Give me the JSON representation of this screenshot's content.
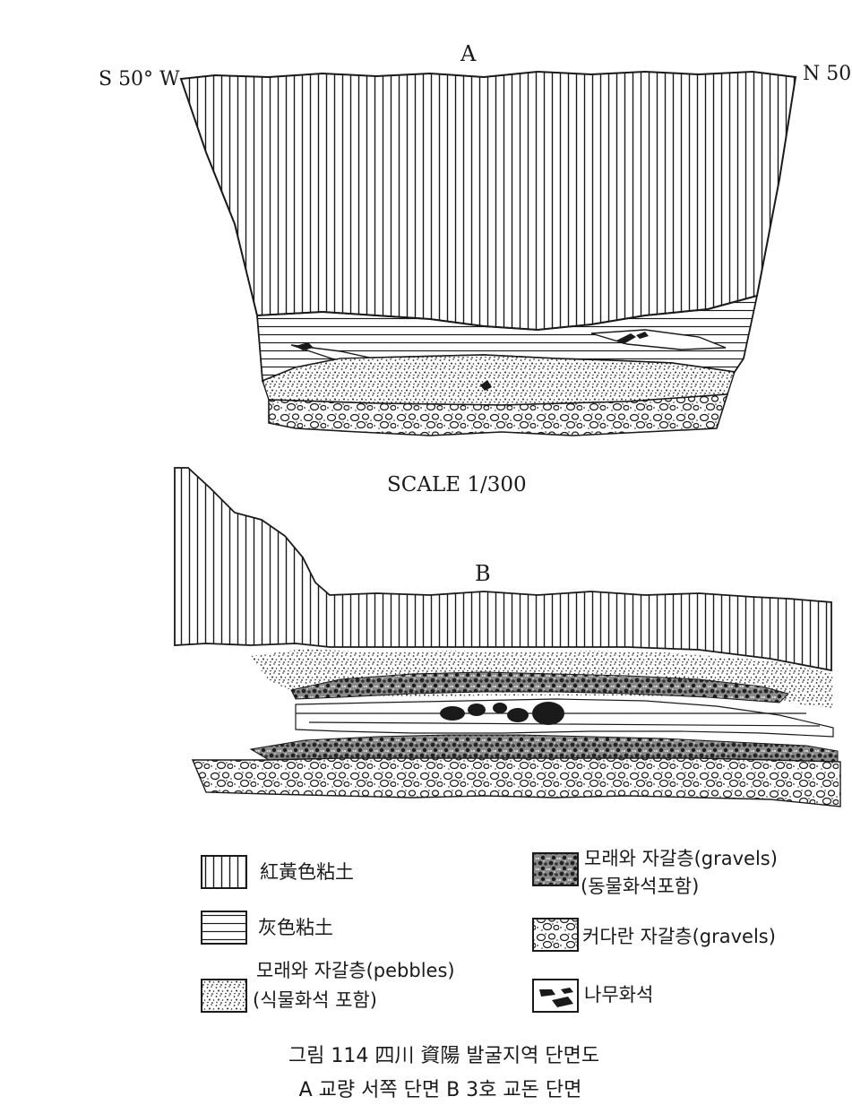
{
  "section_a": {
    "label": "A",
    "left_orientation": "S 50° W",
    "right_orientation": "N 50"
  },
  "scale_label": "SCALE 1/300",
  "section_b": {
    "label": "B"
  },
  "legend": {
    "red_yellow_clay": "紅黃色粘土",
    "gray_clay": "灰色粘土",
    "sand_gravel_pebbles_line1": "모래와 자갈층(pebbles)",
    "sand_gravel_pebbles_line2": "(식물화석 포함)",
    "sand_gravel_fossil_line1": "모래와 자갈층(gravels)",
    "sand_gravel_fossil_line2": "(동물화석포함)",
    "large_gravels": "커다란 자갈층(gravels)",
    "wood_fossil": "나무화석"
  },
  "caption": {
    "line1": "그림 114 四川 資陽 발굴지역 단면도",
    "line2": "A 교량 서쪽 단면 B 3호 교돈 단면"
  }
}
